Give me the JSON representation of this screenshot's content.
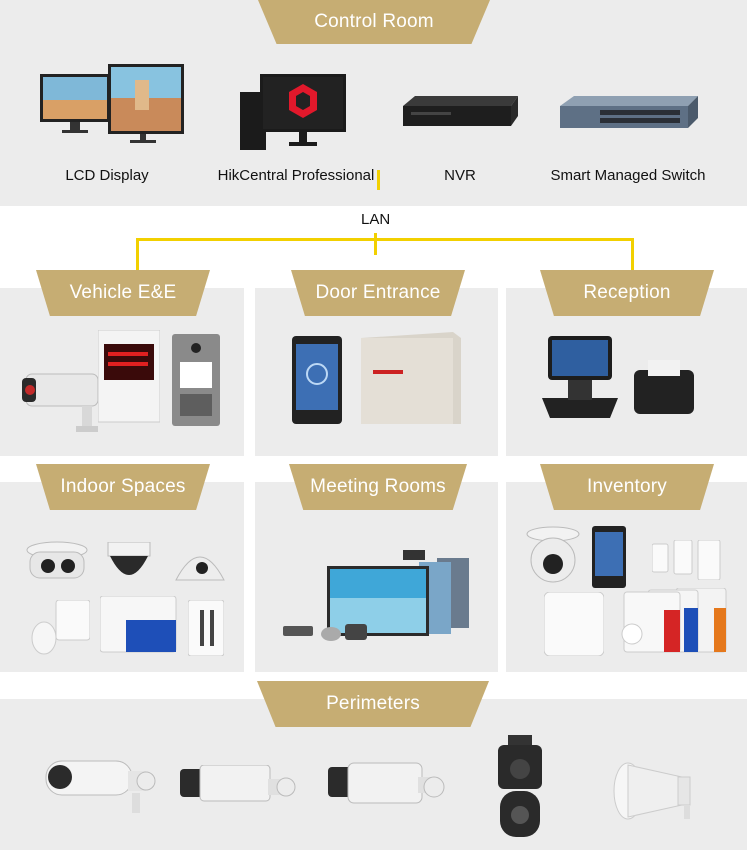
{
  "control_room": {
    "title": "Control Room",
    "devices": [
      {
        "label": "LCD Display",
        "icon": "lcd-display-icon"
      },
      {
        "label": "HikCentral Professional",
        "icon": "workstation-icon"
      },
      {
        "label": "NVR",
        "icon": "nvr-icon"
      },
      {
        "label": "Smart Managed Switch",
        "icon": "network-switch-icon"
      }
    ]
  },
  "network": {
    "label": "LAN",
    "line_color": "#f2d000"
  },
  "zones": [
    {
      "title": "Vehicle E&E",
      "devices": [
        "anpr-camera-icon",
        "display-screen-icon",
        "door-intercom-icon"
      ]
    },
    {
      "title": "Door Entrance",
      "devices": [
        "face-terminal-icon",
        "access-controller-icon"
      ]
    },
    {
      "title": "Reception",
      "devices": [
        "visitor-kiosk-icon",
        "receipt-printer-icon"
      ]
    },
    {
      "title": "Indoor Spaces",
      "devices": [
        "turret-camera-icon",
        "dome-camera-icon",
        "fisheye-camera-icon",
        "alarm-hub-icon",
        "siren-icon",
        "keypad-icon"
      ]
    },
    {
      "title": "Meeting Rooms",
      "devices": [
        "interactive-panel-icon",
        "conference-camera-icon"
      ]
    },
    {
      "title": "Inventory",
      "devices": [
        "turret-camera-icon",
        "face-terminal-icon",
        "alarm-hub-icon",
        "siren-icon",
        "sensor-icon"
      ]
    }
  ],
  "perimeters": {
    "title": "Perimeters",
    "devices": [
      "bullet-camera-icon",
      "thermal-camera-icon",
      "bullet-camera-icon",
      "ptz-camera-icon",
      "horn-speaker-icon"
    ]
  },
  "colors": {
    "banner": "#c6ad73",
    "panel": "#ececec",
    "banner_text": "#ffffff"
  }
}
